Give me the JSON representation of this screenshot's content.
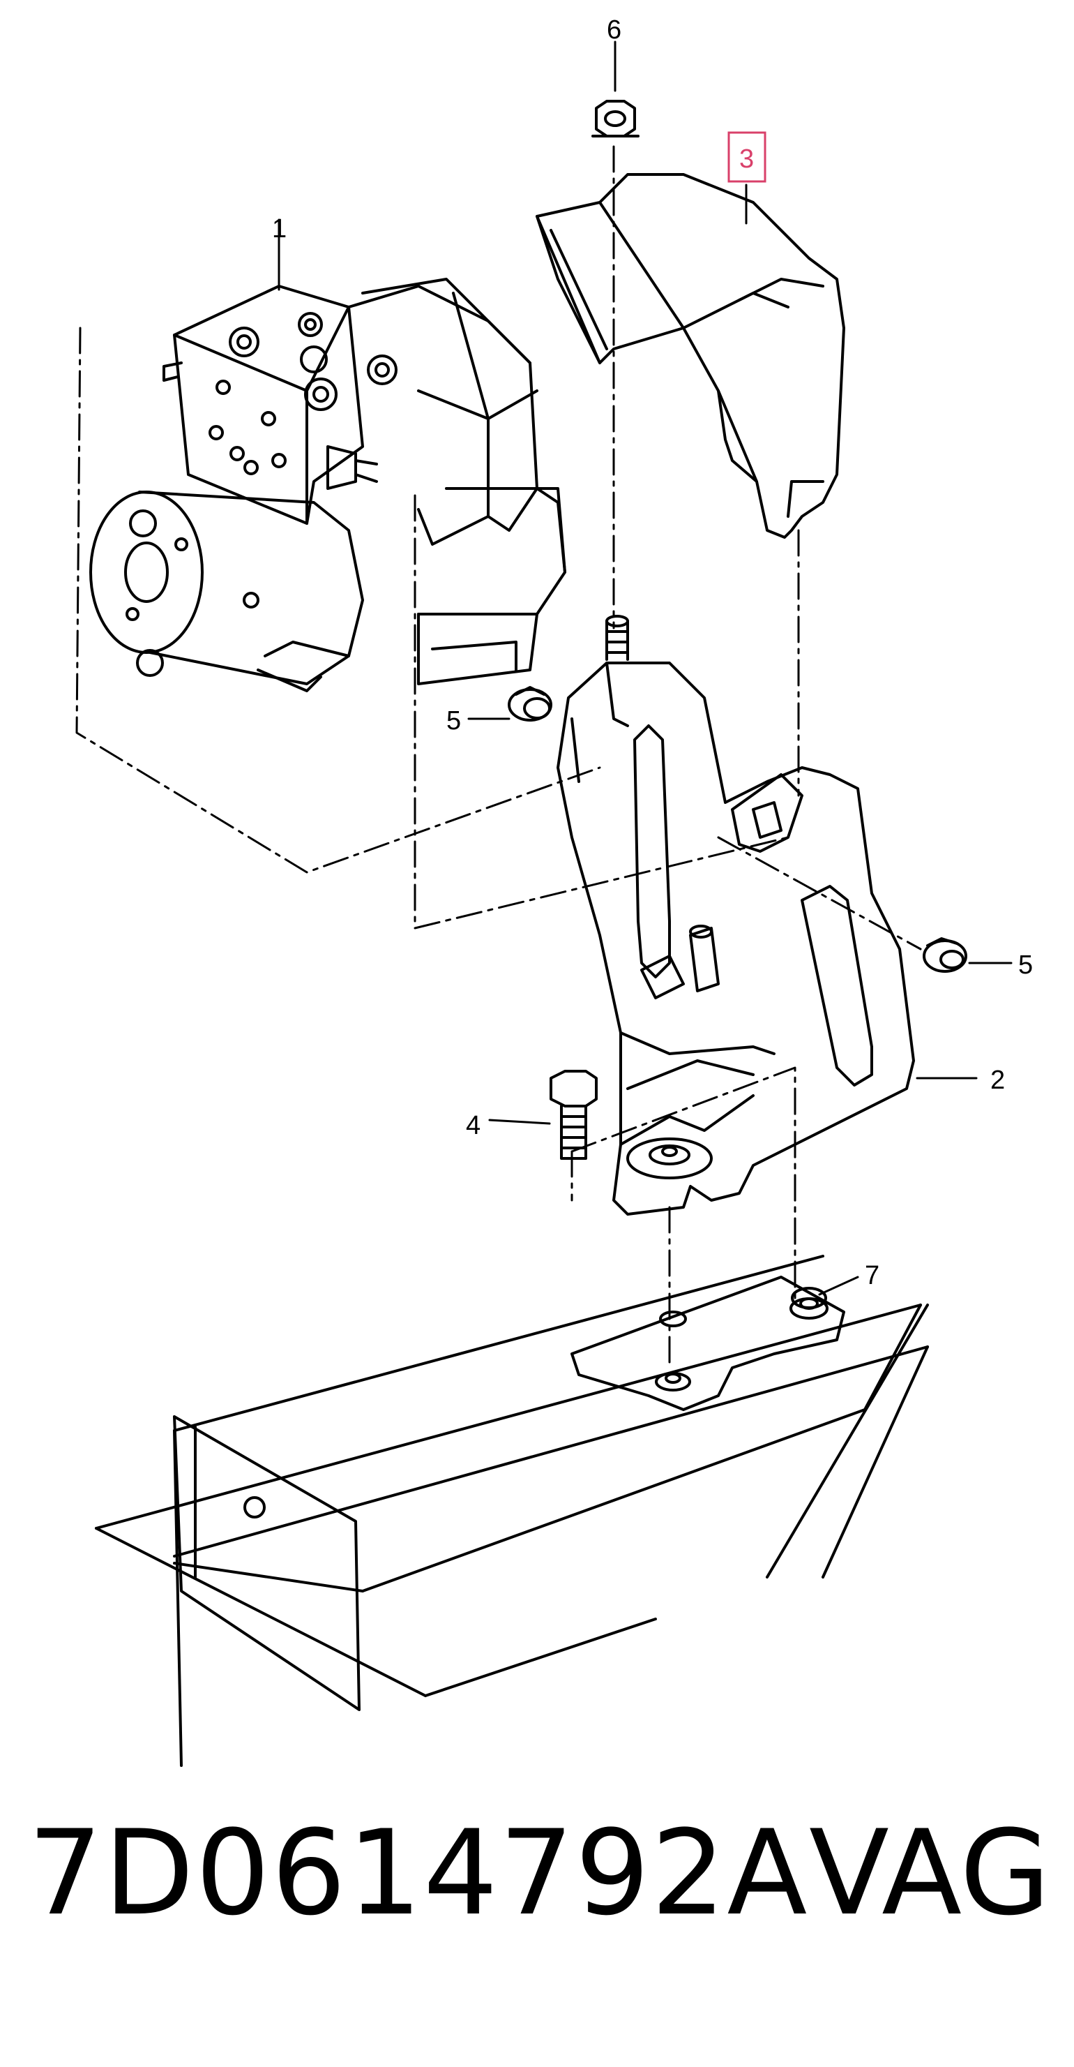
{
  "callouts": {
    "c1": "1",
    "c2": "2",
    "c3": "3",
    "c4": "4",
    "c5a": "5",
    "c5b": "5",
    "c6": "6",
    "c7": "7"
  },
  "footer": {
    "part_number": "7D0614792A",
    "brand": "VAG"
  },
  "colors": {
    "line": "#000000",
    "highlight": "#d9406a"
  }
}
